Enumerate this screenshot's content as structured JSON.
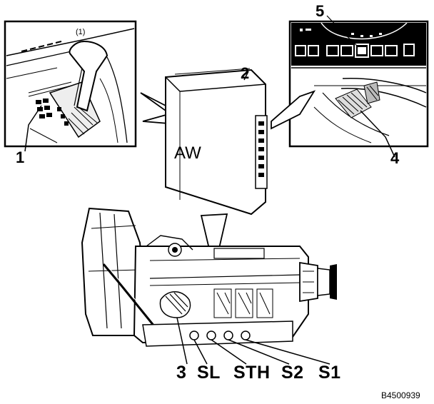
{
  "callouts": {
    "selector": "1",
    "ecu": "2",
    "solenoid_3": "3",
    "indicator_4": "4",
    "indicator_5": "5"
  },
  "ecu_label": "AW",
  "solenoid_labels": {
    "sl": "SL",
    "sth": "STH",
    "s2": "S2",
    "s1": "S1"
  },
  "gate_marking": "(1)",
  "figure_code": "B4500939"
}
